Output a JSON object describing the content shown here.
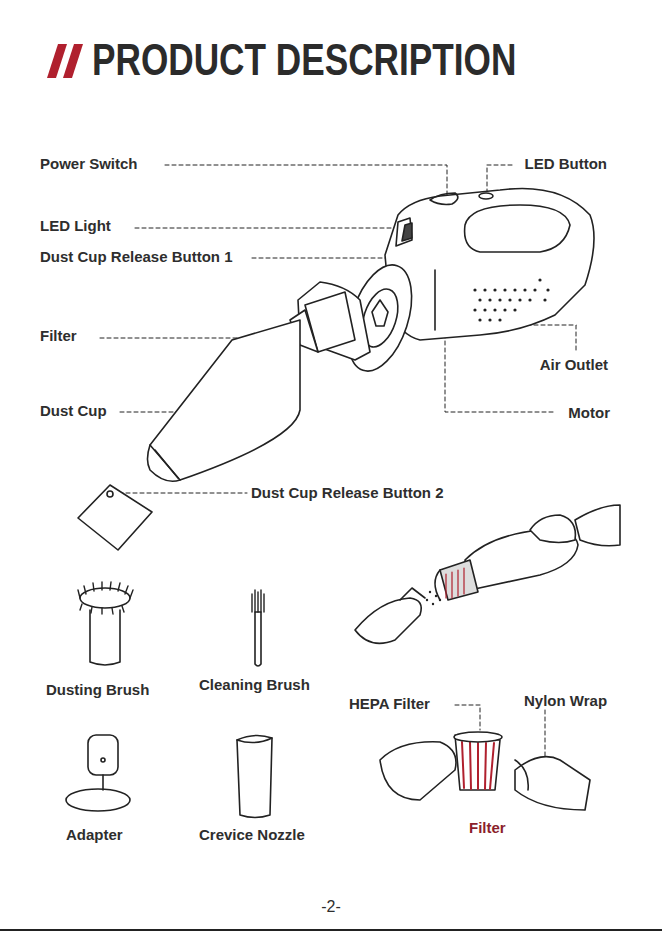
{
  "diagram": {
    "title": "PRODUCT DESCRIPTION",
    "labels": [
      "Power Switch",
      "LED Button",
      "LED Light",
      "Dust Cup Release Button 1",
      "Filter",
      "Air Outlet",
      "Dust Cup",
      "Motor",
      "Dust Cup Release Button 2",
      "Dusting Brush",
      "Cleaning Brush",
      "HEPA Filter",
      "Nylon Wrap",
      "Adapter",
      "Crevice Nozzle",
      "Filter",
      "-2-"
    ]
  }
}
